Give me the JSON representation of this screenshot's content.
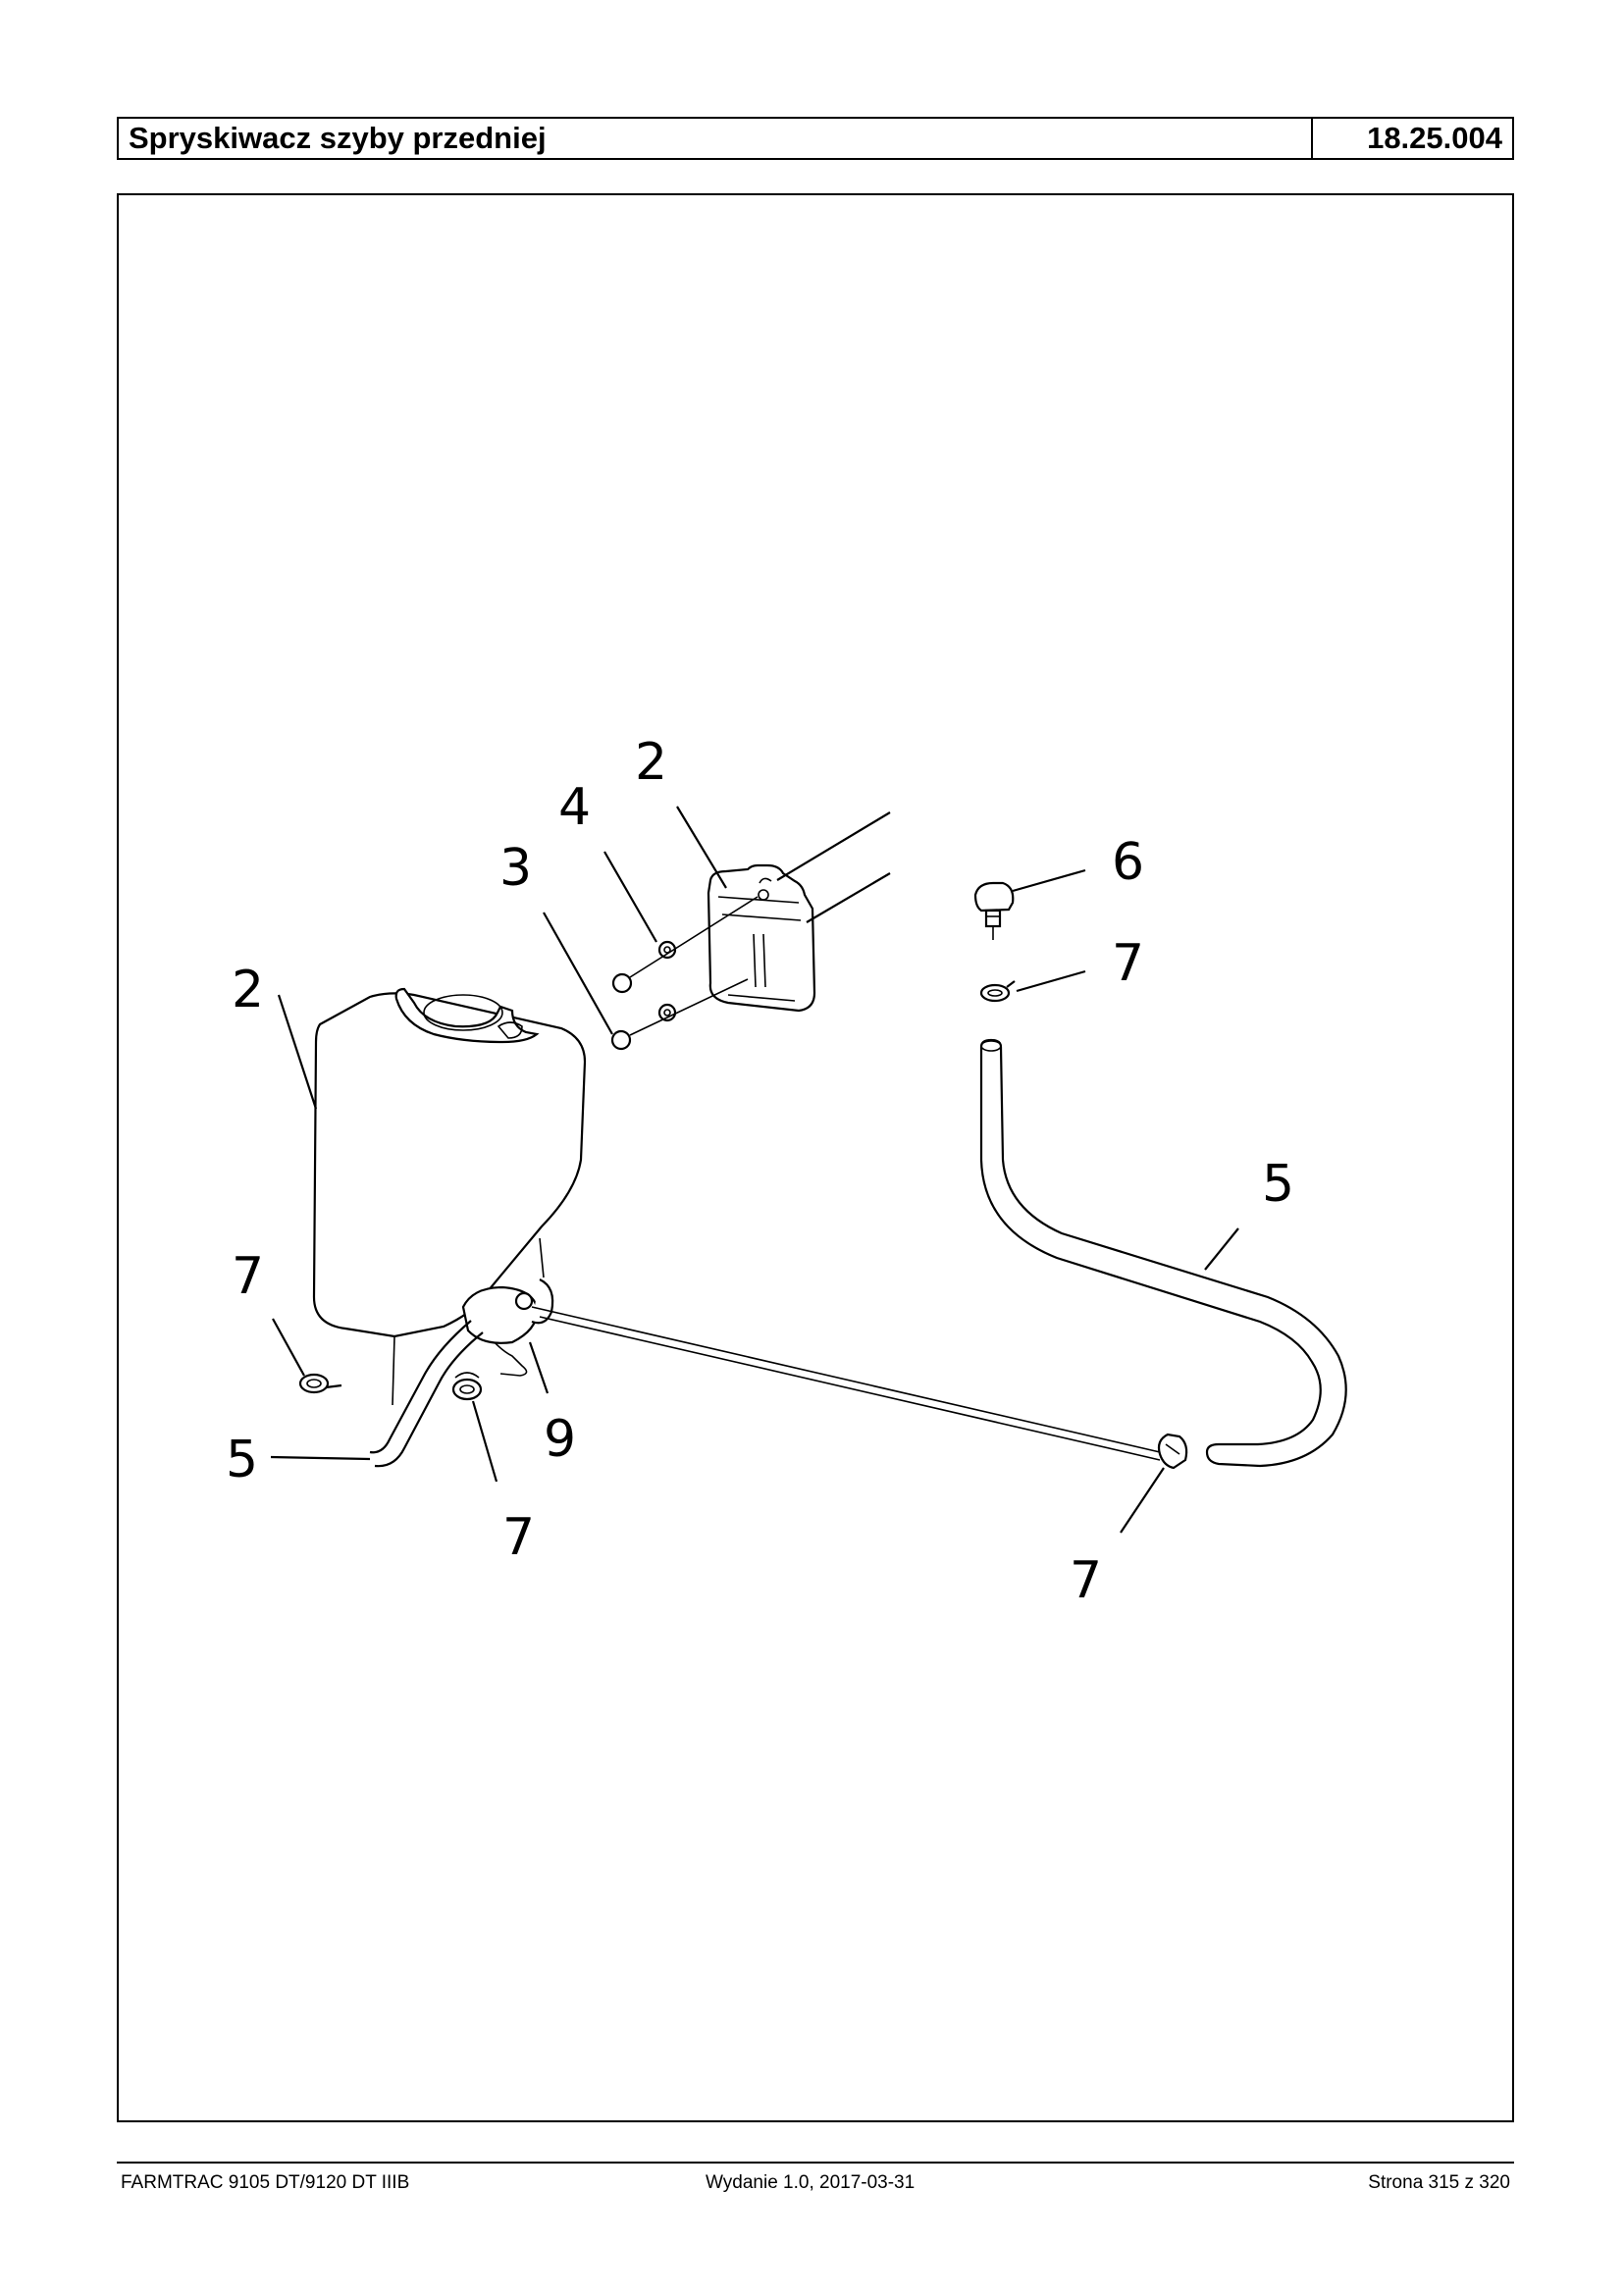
{
  "header": {
    "title": "Spryskiwacz szyby przedniej",
    "code": "18.25.004"
  },
  "diagram": {
    "callouts": {
      "c2_bracket": "2",
      "c4": "4",
      "c3": "3",
      "c2_tank": "2",
      "c6": "6",
      "c7_nozzle": "7",
      "c5_right": "5",
      "c7_left": "7",
      "c5_left": "5",
      "c9": "9",
      "c7_bottom": "7",
      "c7_right": "7"
    }
  },
  "footer": {
    "model": "FARMTRAC 9105 DT/9120 DT IIIB",
    "edition": "Wydanie 1.0,  2017-03-31",
    "page": "Strona 315 z 320"
  }
}
